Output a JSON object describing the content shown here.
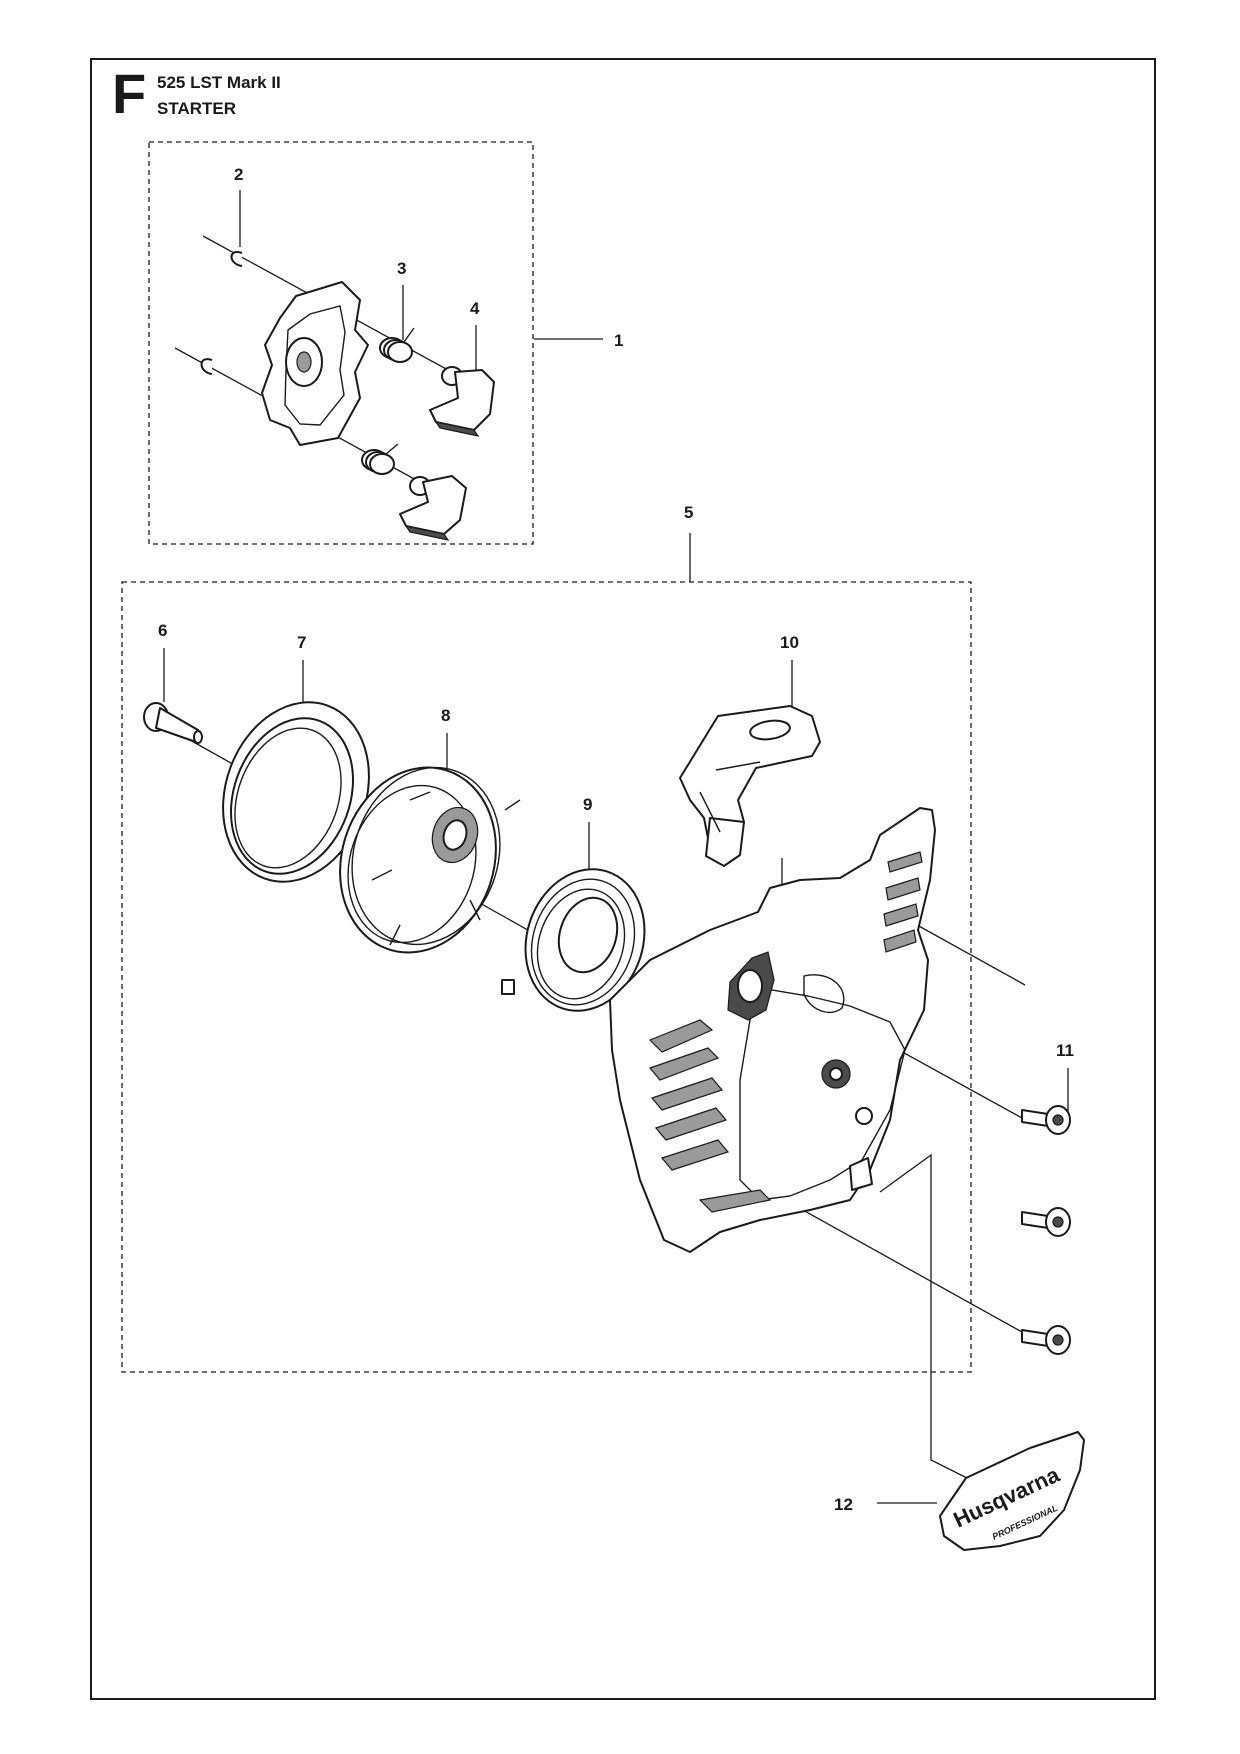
{
  "header": {
    "section_letter": "F",
    "model": "525 LST Mark II",
    "title": "STARTER"
  },
  "callouts": [
    "1",
    "2",
    "3",
    "4",
    "5",
    "6",
    "7",
    "8",
    "9",
    "10",
    "11",
    "12"
  ],
  "decal": {
    "brand": "Husqvarna",
    "tagline": "PROFESSIONAL"
  }
}
